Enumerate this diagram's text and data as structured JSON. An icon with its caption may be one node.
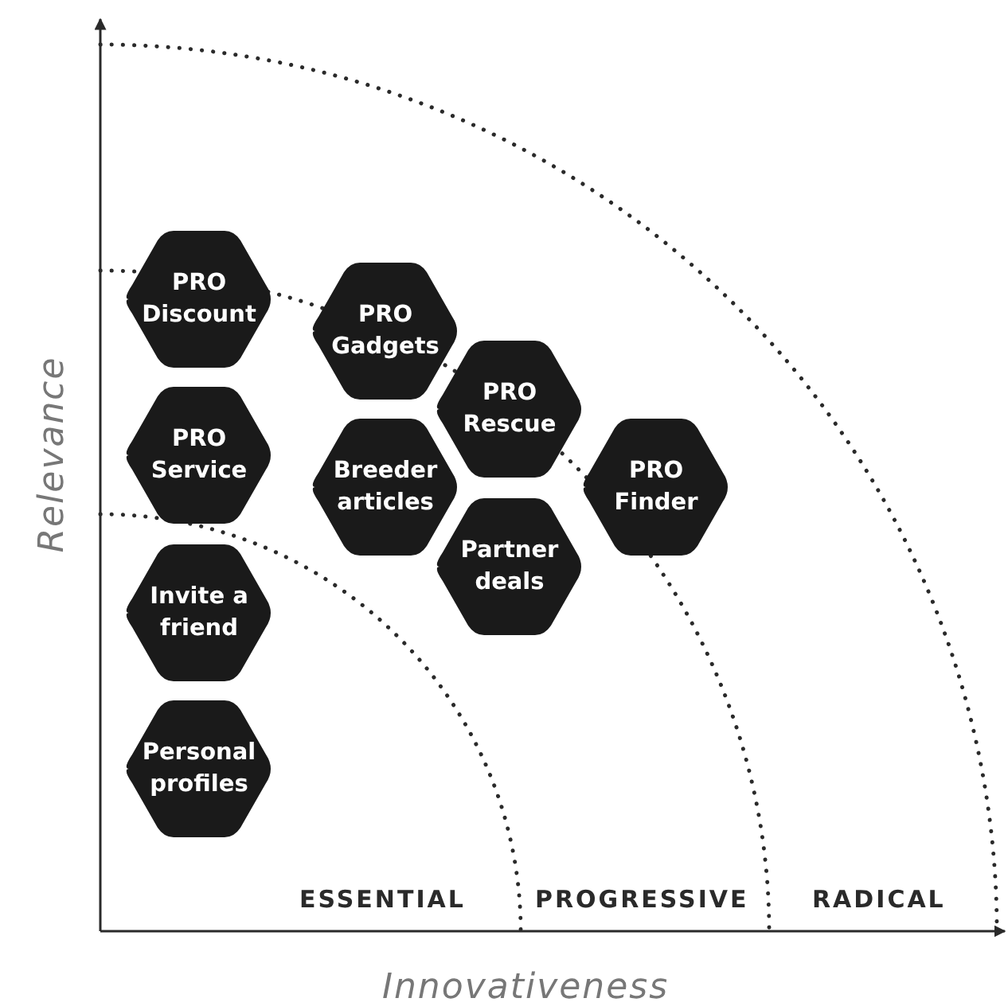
{
  "diagram": {
    "nodes": [
      {
        "text": [
          "PRO Discount"
        ]
      },
      {
        "text": [
          "PRO Service"
        ]
      },
      {
        "text": [
          "Invite a friend"
        ]
      },
      {
        "text": [
          "Personal profiles"
        ]
      },
      {
        "text": [
          "PRO Gadgets"
        ]
      },
      {
        "text": [
          "Breeder articles"
        ]
      },
      {
        "text": [
          "PRO Rescue"
        ]
      },
      {
        "text": [
          "Partner deals"
        ]
      },
      {
        "text": [
          "PRO Finder"
        ]
      }
    ],
    "labels": [
      "Relevance",
      "ESSENTIAL",
      "PROGRESSIVE",
      "RADICAL",
      "Innovativeness"
    ]
  }
}
